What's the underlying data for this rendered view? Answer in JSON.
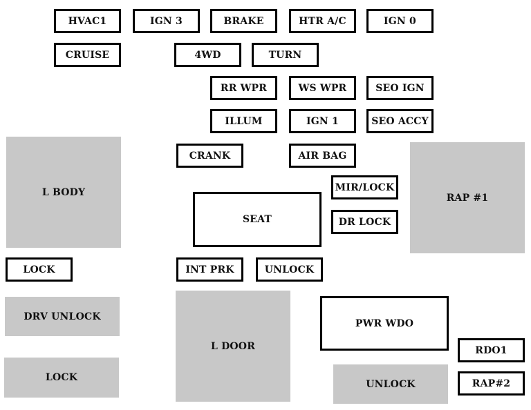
{
  "fuses": [
    {
      "id": "hvac1",
      "label": "HVAC1"
    },
    {
      "id": "ign3",
      "label": "IGN 3"
    },
    {
      "id": "brake",
      "label": "BRAKE"
    },
    {
      "id": "htr-ac",
      "label": "HTR A/C"
    },
    {
      "id": "ign0",
      "label": "IGN 0"
    },
    {
      "id": "cruise",
      "label": "CRUISE"
    },
    {
      "id": "4wd",
      "label": "4WD"
    },
    {
      "id": "turn",
      "label": "TURN"
    },
    {
      "id": "rr-wpr",
      "label": "RR WPR"
    },
    {
      "id": "ws-wpr",
      "label": "WS WPR"
    },
    {
      "id": "seo-ign",
      "label": "SEO IGN"
    },
    {
      "id": "illum",
      "label": "ILLUM"
    },
    {
      "id": "ign1",
      "label": "IGN 1"
    },
    {
      "id": "seo-accy",
      "label": "SEO ACCY"
    },
    {
      "id": "crank",
      "label": "CRANK"
    },
    {
      "id": "air-bag",
      "label": "AIR BAG"
    },
    {
      "id": "mir-lock",
      "label": "MIR/LOCK"
    },
    {
      "id": "dr-lock",
      "label": "DR LOCK"
    },
    {
      "id": "lock-top",
      "label": "LOCK"
    },
    {
      "id": "int-prk",
      "label": "INT PRK"
    },
    {
      "id": "unlock-top",
      "label": "UNLOCK"
    },
    {
      "id": "rdo1",
      "label": "RDO1"
    },
    {
      "id": "rap2",
      "label": "RAP#2"
    }
  ],
  "relays": [
    {
      "id": "l-body",
      "label": "L BODY"
    },
    {
      "id": "rap1",
      "label": "RAP #1"
    },
    {
      "id": "seat",
      "label": "SEAT"
    },
    {
      "id": "drv-unlock",
      "label": "DRV UNLOCK"
    },
    {
      "id": "lock-bottom",
      "label": "LOCK"
    },
    {
      "id": "l-door",
      "label": "L DOOR"
    },
    {
      "id": "pwr-wdo",
      "label": "PWR WDO"
    },
    {
      "id": "unlock-bottom",
      "label": "UNLOCK"
    }
  ]
}
